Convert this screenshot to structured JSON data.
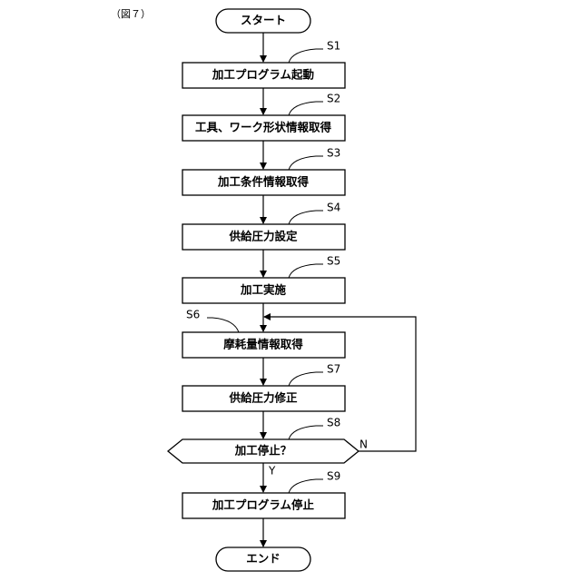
{
  "figure_label": "（図７）",
  "start": "スタート",
  "end": "エンド",
  "steps": [
    {
      "id": "S1",
      "text": "加工プログラム起動"
    },
    {
      "id": "S2",
      "text": "工具、ワーク形状情報取得"
    },
    {
      "id": "S3",
      "text": "加工条件情報取得"
    },
    {
      "id": "S4",
      "text": "供給圧力設定"
    },
    {
      "id": "S5",
      "text": "加工実施"
    },
    {
      "id": "S6",
      "text": "摩耗量情報取得"
    },
    {
      "id": "S7",
      "text": "供給圧力修正"
    }
  ],
  "decision": {
    "id": "S8",
    "text": "加工停止？",
    "yes": "Y",
    "no": "N"
  },
  "final_step": {
    "id": "S9",
    "text": "加工プログラム停止"
  }
}
